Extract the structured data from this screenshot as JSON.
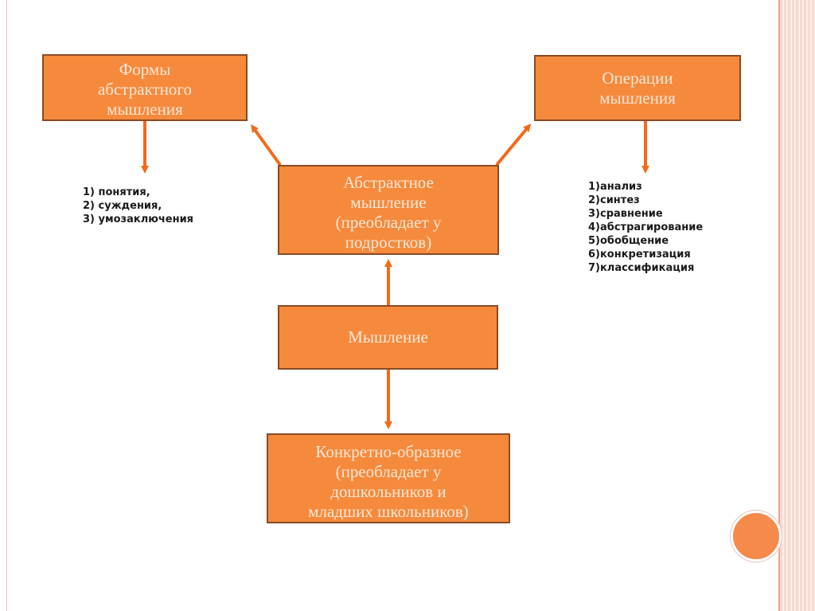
{
  "diagram": {
    "boxes": {
      "forms": "Формы\nабстрактного\nмышления",
      "operations": "Операции\nмышления",
      "abstract": "Абстрактное\nмышление\n(преобладает у\nподростков)",
      "thinking": "Мышление",
      "concrete": "Конкретно-образное\n(преобладает у\nдошкольников и\nмладших школьников)"
    },
    "forms_list": [
      "1) понятия,",
      "2) суждения,",
      "3) умозаключения"
    ],
    "operations_list": [
      "1)анализ",
      "2)синтез",
      "3)сравнение",
      "4)абстрагирование",
      "5)обобщение",
      "6)конкретизация",
      "7)классификация"
    ]
  },
  "colors": {
    "box_fill": "#f58a3d",
    "box_border": "#8a4a24",
    "arrow": "#f26a1b",
    "frame_accent": "#f58a4b"
  }
}
